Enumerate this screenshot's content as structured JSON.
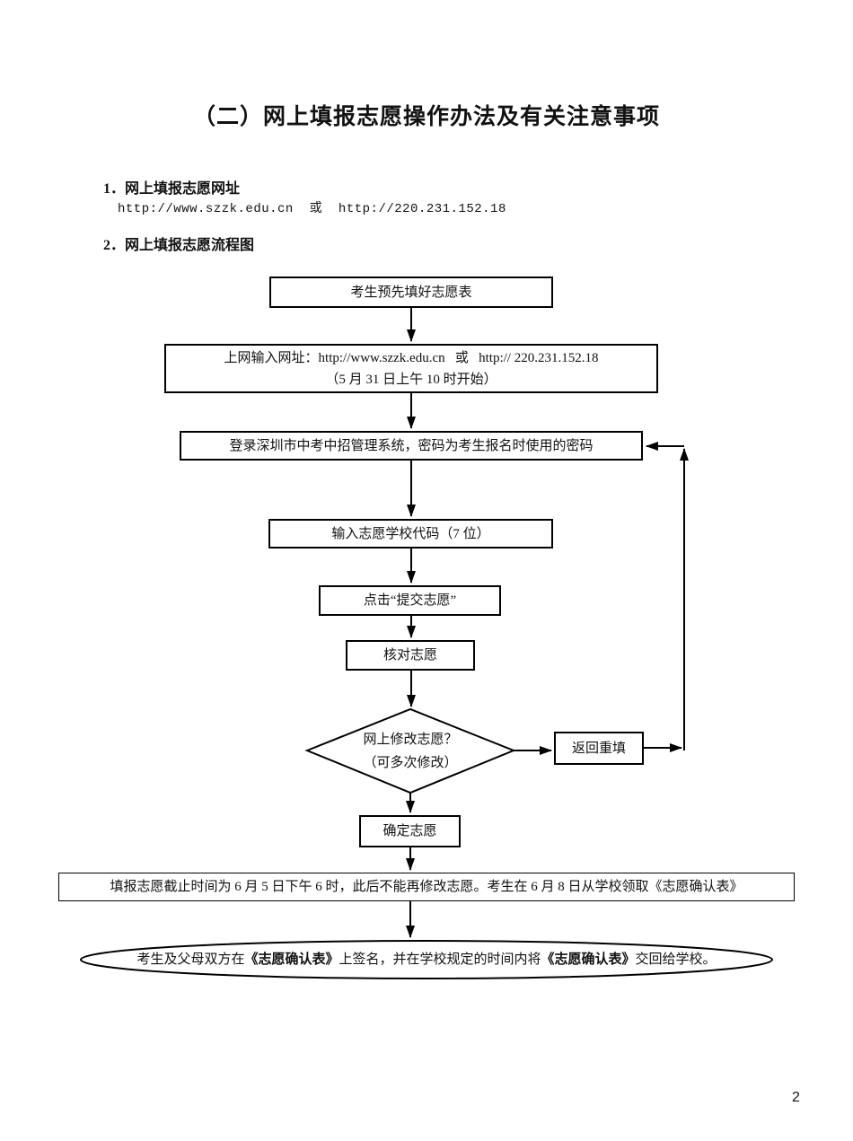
{
  "page": {
    "title": "（二）网上填报志愿操作办法及有关注意事项",
    "page_number": "2"
  },
  "sections": {
    "s1_label": "1．网上填报志愿网址",
    "s1_url": "http://www.szzk.edu.cn  或  http://220.231.152.18",
    "s2_label": "2．网上填报志愿流程图"
  },
  "flowchart": {
    "step1": "考生预先填好志愿表",
    "step2_line1": "上网输入网址：http://www.szzk.edu.cn   或   http:// 220.231.152.18",
    "step2_line2": "（5 月 31 日上午 10 时开始）",
    "step3": "登录深圳市中考中招管理系统，密码为考生报名时使用的密码",
    "step4": "输入志愿学校代码（7 位）",
    "step5": "点击“提交志愿”",
    "step6": "核对志愿",
    "decision_line1": "网上修改志愿？",
    "decision_line2": "（可多次修改）",
    "return_box": "返回重填",
    "confirm_box": "确定志愿",
    "deadline_box": "填报志愿截止时间为 6 月 5 日下午 6 时，此后不能再修改志愿。考生在 6 月 8 日从学校领取《志愿确认表》",
    "final_seg1": "考生及父母双方在",
    "final_seg2": "《志愿确认表》",
    "final_seg3": "上签名，并在学校规定的时间内将",
    "final_seg4": "《志愿确认表》",
    "final_seg5": "交回给学校。"
  },
  "colors": {
    "line": "#000000",
    "background": "#ffffff",
    "text": "#111111"
  }
}
